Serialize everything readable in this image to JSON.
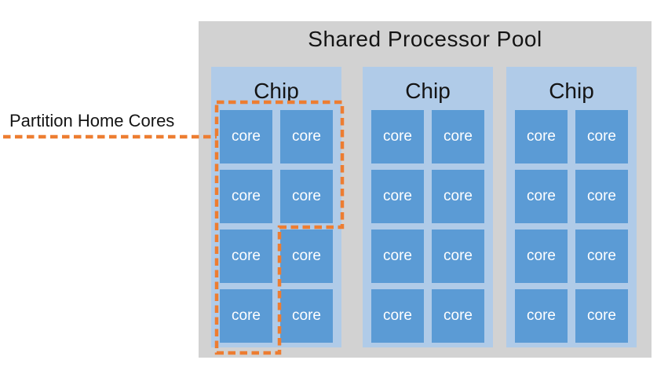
{
  "pool": {
    "title": "Shared Processor Pool",
    "chips": [
      {
        "label": "Chip",
        "cores": [
          "core",
          "core",
          "core",
          "core",
          "core",
          "core",
          "core",
          "core"
        ]
      },
      {
        "label": "Chip",
        "cores": [
          "core",
          "core",
          "core",
          "core",
          "core",
          "core",
          "core",
          "core"
        ]
      },
      {
        "label": "Chip",
        "cores": [
          "core",
          "core",
          "core",
          "core",
          "core",
          "core",
          "core",
          "core"
        ]
      }
    ]
  },
  "annotation": {
    "label": "Partition Home Cores"
  },
  "colors": {
    "page_background": "#ffffff",
    "pool_background": "#d2d2d2",
    "chip_background": "#b0cbe8",
    "core_background": "#5b9bd5",
    "core_text": "#ffffff",
    "title_text": "#141414",
    "annotation_accent": "#ed7d31"
  }
}
